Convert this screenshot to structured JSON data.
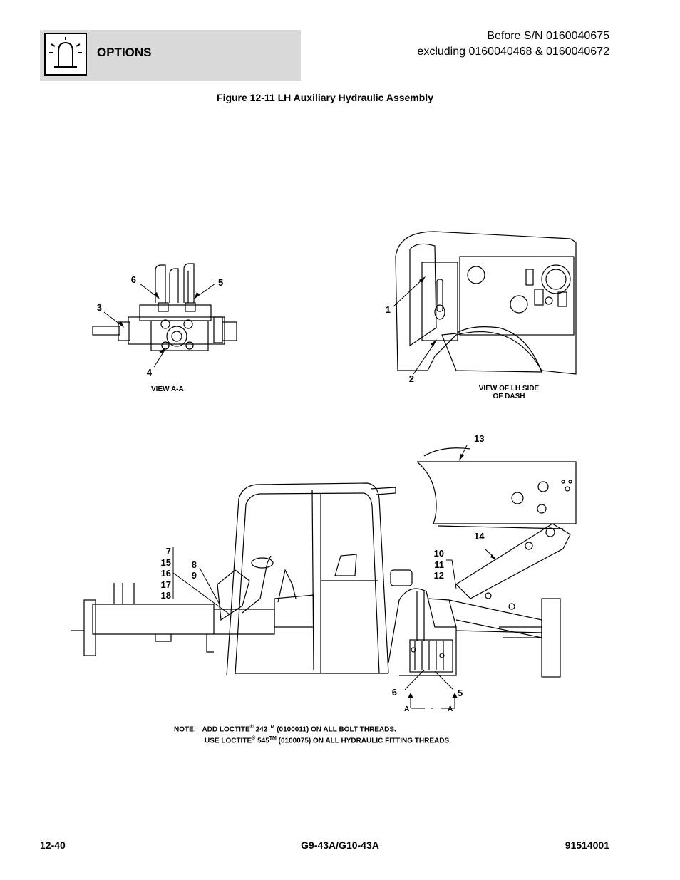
{
  "header": {
    "section": "OPTIONS",
    "icon": "beacon-light-icon",
    "serial_line1": "Before S/N 0160040675",
    "serial_line2": "excluding 0160040468 & 0160040672"
  },
  "figure": {
    "title": "Figure 12-11 LH Auxiliary Hydraulic Assembly",
    "views": {
      "view_aa": "VIEW A-A",
      "dash_line1": "VIEW OF LH SIDE",
      "dash_line2": "OF DASH"
    },
    "callouts": {
      "c1": "1",
      "c2": "2",
      "c3": "3",
      "c4": "4",
      "c5": "5",
      "c6": "6",
      "c5b": "5",
      "c6b": "6",
      "c7": "7",
      "c15": "15",
      "c16": "16",
      "c17": "17",
      "c18": "18",
      "c8": "8",
      "c9": "9",
      "c10": "10",
      "c11": "11",
      "c12": "12",
      "c13": "13",
      "c14": "14",
      "sectionA1": "A",
      "sectionA2": "A"
    }
  },
  "notes": {
    "label": "NOTE:",
    "line1_prefix": "ADD LOCTITE",
    "line1_num": "242",
    "line1_rest": " (0100011) ON ALL BOLT THREADS.",
    "line2_prefix": "USE LOCTITE",
    "line2_num": "545",
    "line2_rest": " (0100075) ON ALL HYDRAULIC FITTING THREADS.",
    "reg": "®",
    "tm": "TM"
  },
  "footer": {
    "page": "12-40",
    "model": "G9-43A/G10-43A",
    "doc_number": "91514001"
  }
}
